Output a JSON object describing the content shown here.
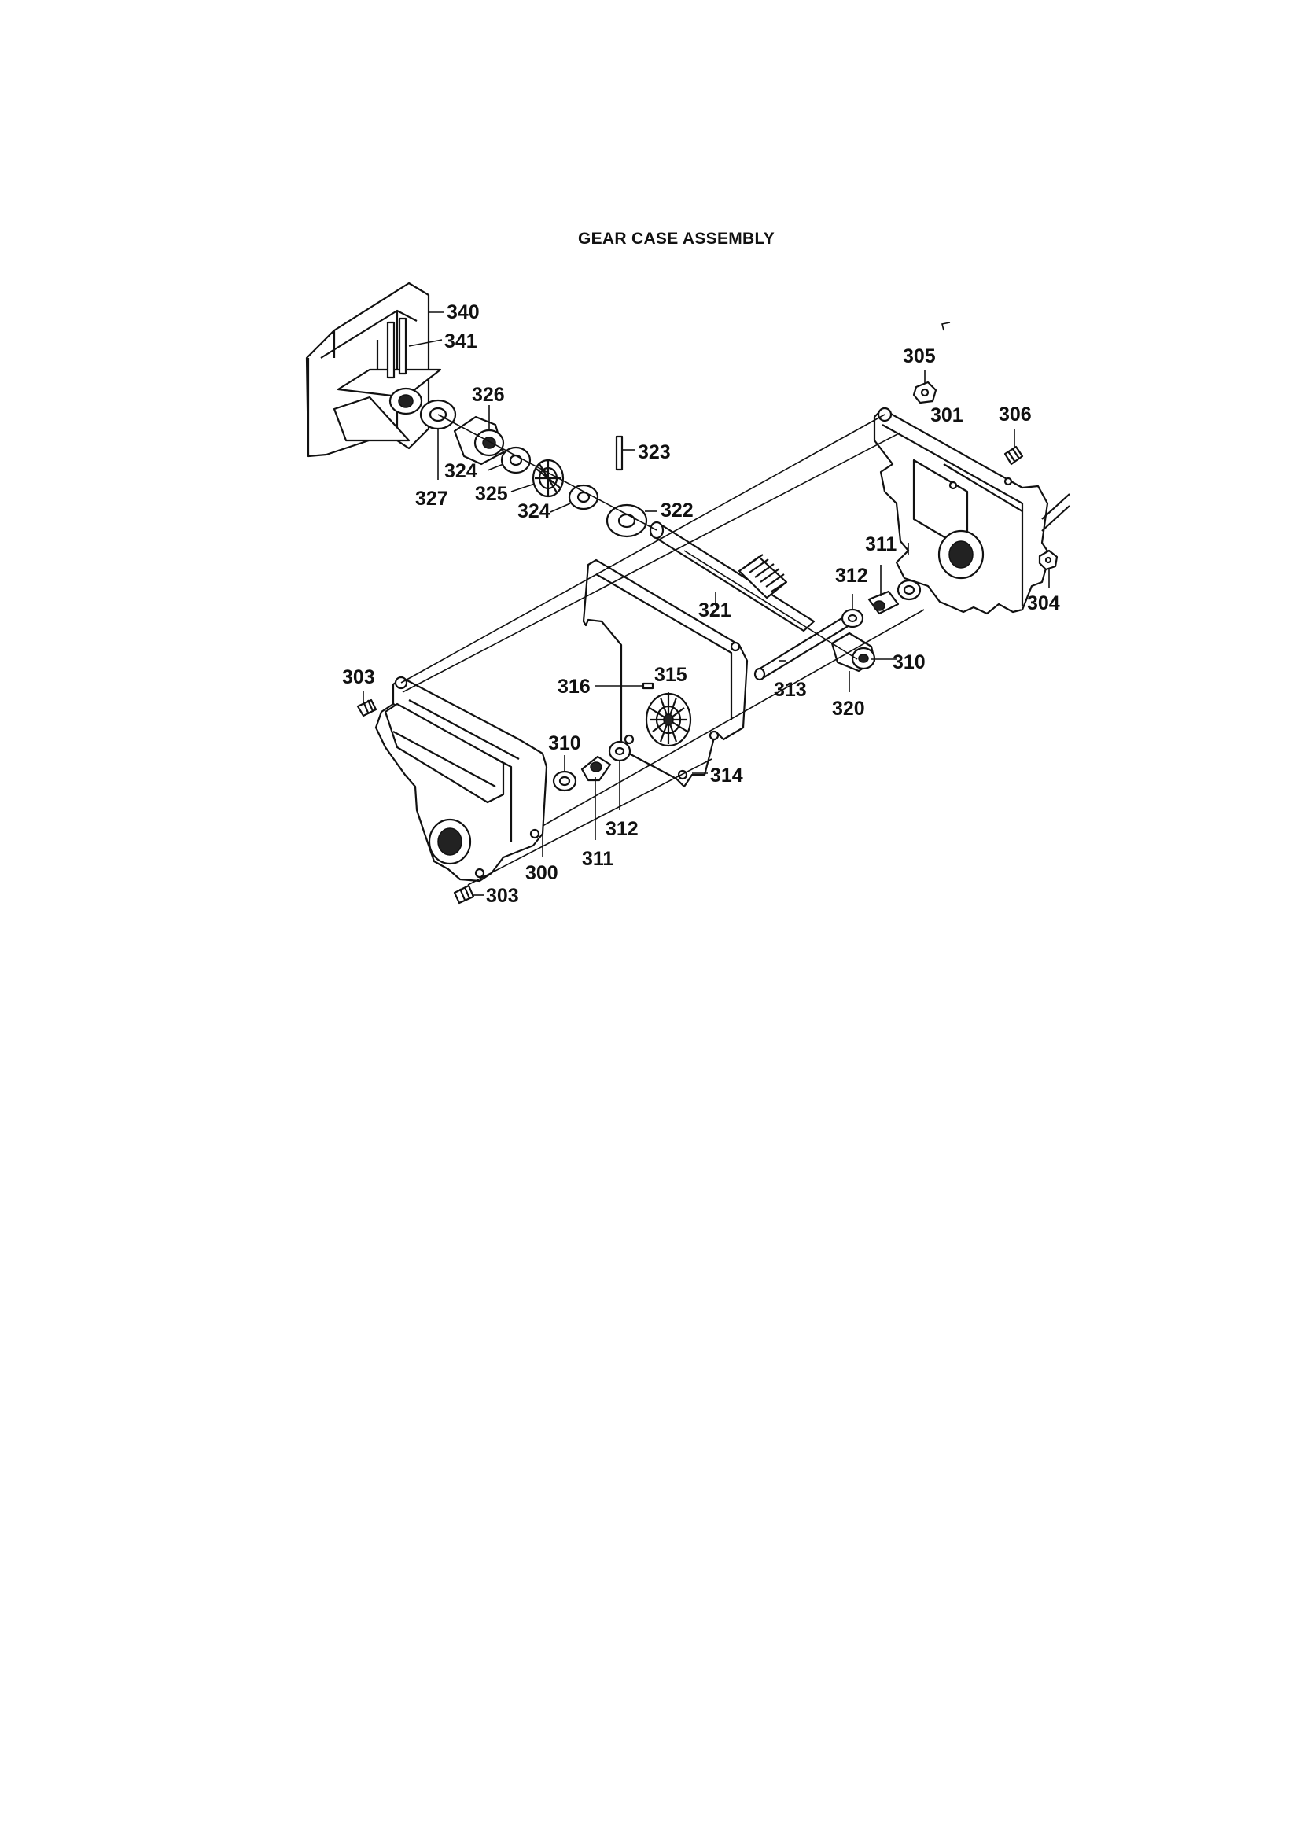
{
  "title": "GEAR CASE ASSEMBLY",
  "labels": {
    "p300": "300",
    "p301": "301",
    "p303a": "303",
    "p303b": "303",
    "p304": "304",
    "p305": "305",
    "p306": "306",
    "p310a": "310",
    "p310b": "310",
    "p311a": "311",
    "p311b": "311",
    "p312a": "312",
    "p312b": "312",
    "p313": "313",
    "p314": "314",
    "p315": "315",
    "p316": "316",
    "p320": "320",
    "p321": "321",
    "p322": "322",
    "p323": "323",
    "p324a": "324",
    "p324b": "324",
    "p325": "325",
    "p326": "326",
    "p327": "327",
    "p340": "340",
    "p341": "341"
  }
}
